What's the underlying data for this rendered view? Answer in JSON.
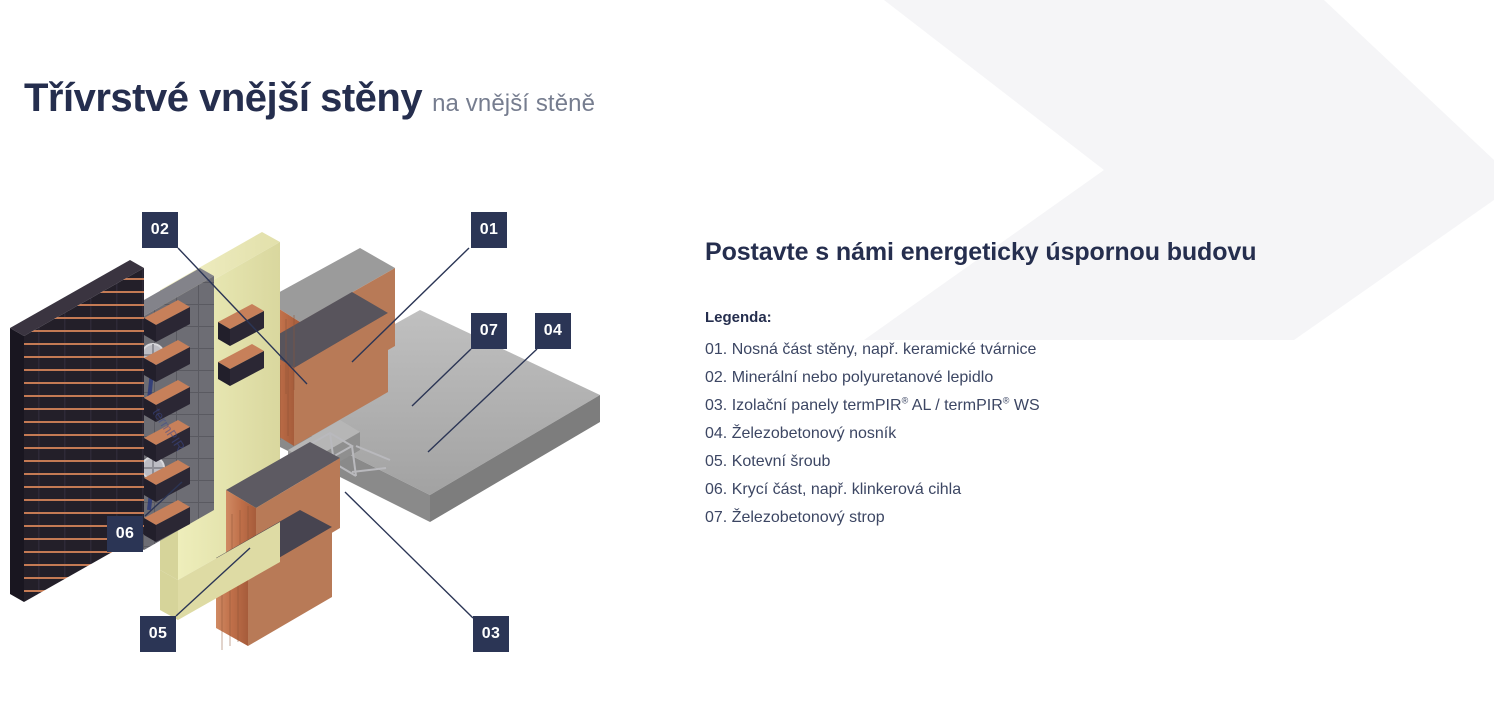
{
  "header": {
    "title_main": "Třívrstvé vnější stěny",
    "title_sub": "na vnější stěně"
  },
  "illustration": {
    "alt": "3D řez třívrstvou vnější stěnou",
    "callouts": [
      {
        "id": "01",
        "label": "01"
      },
      {
        "id": "02",
        "label": "02"
      },
      {
        "id": "03",
        "label": "03"
      },
      {
        "id": "04",
        "label": "04"
      },
      {
        "id": "05",
        "label": "05"
      },
      {
        "id": "06",
        "label": "06"
      },
      {
        "id": "07",
        "label": "07"
      }
    ]
  },
  "right_panel": {
    "title": "Postavte s námi energeticky úspornou budovu",
    "legend_label": "Legenda:",
    "legend_items": [
      {
        "num": "01.",
        "text": "Nosná část stěny, např. keramické tvárnice"
      },
      {
        "num": "02.",
        "text": "Minerální nebo polyuretanové lepidlo"
      },
      {
        "num": "03.",
        "text": "Izolační panely termPIR® AL / termPIR® WS"
      },
      {
        "num": "04.",
        "text": "Železobetonový nosník"
      },
      {
        "num": "05.",
        "text": "Kotevní šroub"
      },
      {
        "num": "06.",
        "text": "Krycí část, např. klinkerová cihla"
      },
      {
        "num": "07.",
        "text": "Železobetonový strop"
      }
    ]
  },
  "colors": {
    "navy": "#2b3555",
    "heading": "#252e4e",
    "subtitle": "#767d8f",
    "body": "#3c4663",
    "watermark": "#f5f5f7",
    "background": "#ffffff",
    "brick_dark": "#221f2b",
    "brick_terracotta": "#c97a55",
    "pir_insulation": "#e3e2b0",
    "concrete": "#9a9a9a",
    "board_gray": "#6c6c72"
  }
}
